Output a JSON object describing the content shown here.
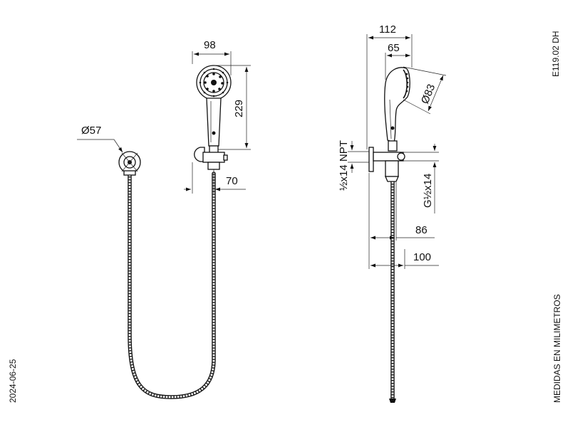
{
  "dimensions": {
    "front_width": "98",
    "front_height": "229",
    "front_bracket": "70",
    "outlet_diameter": "Ø57",
    "side_overall": "112",
    "side_head": "65",
    "head_diameter": "Ø83",
    "inlet_thread": "½x14 NPT",
    "outlet_thread": "G½x14",
    "side_depth_86": "86",
    "side_depth_100": "100"
  },
  "labels": {
    "model_code": "E119.02 DH",
    "units_note": "MEDIDAS EN MILIMETROS",
    "date": "2024-06-25"
  },
  "colors": {
    "line": "#111111",
    "background": "#ffffff"
  }
}
